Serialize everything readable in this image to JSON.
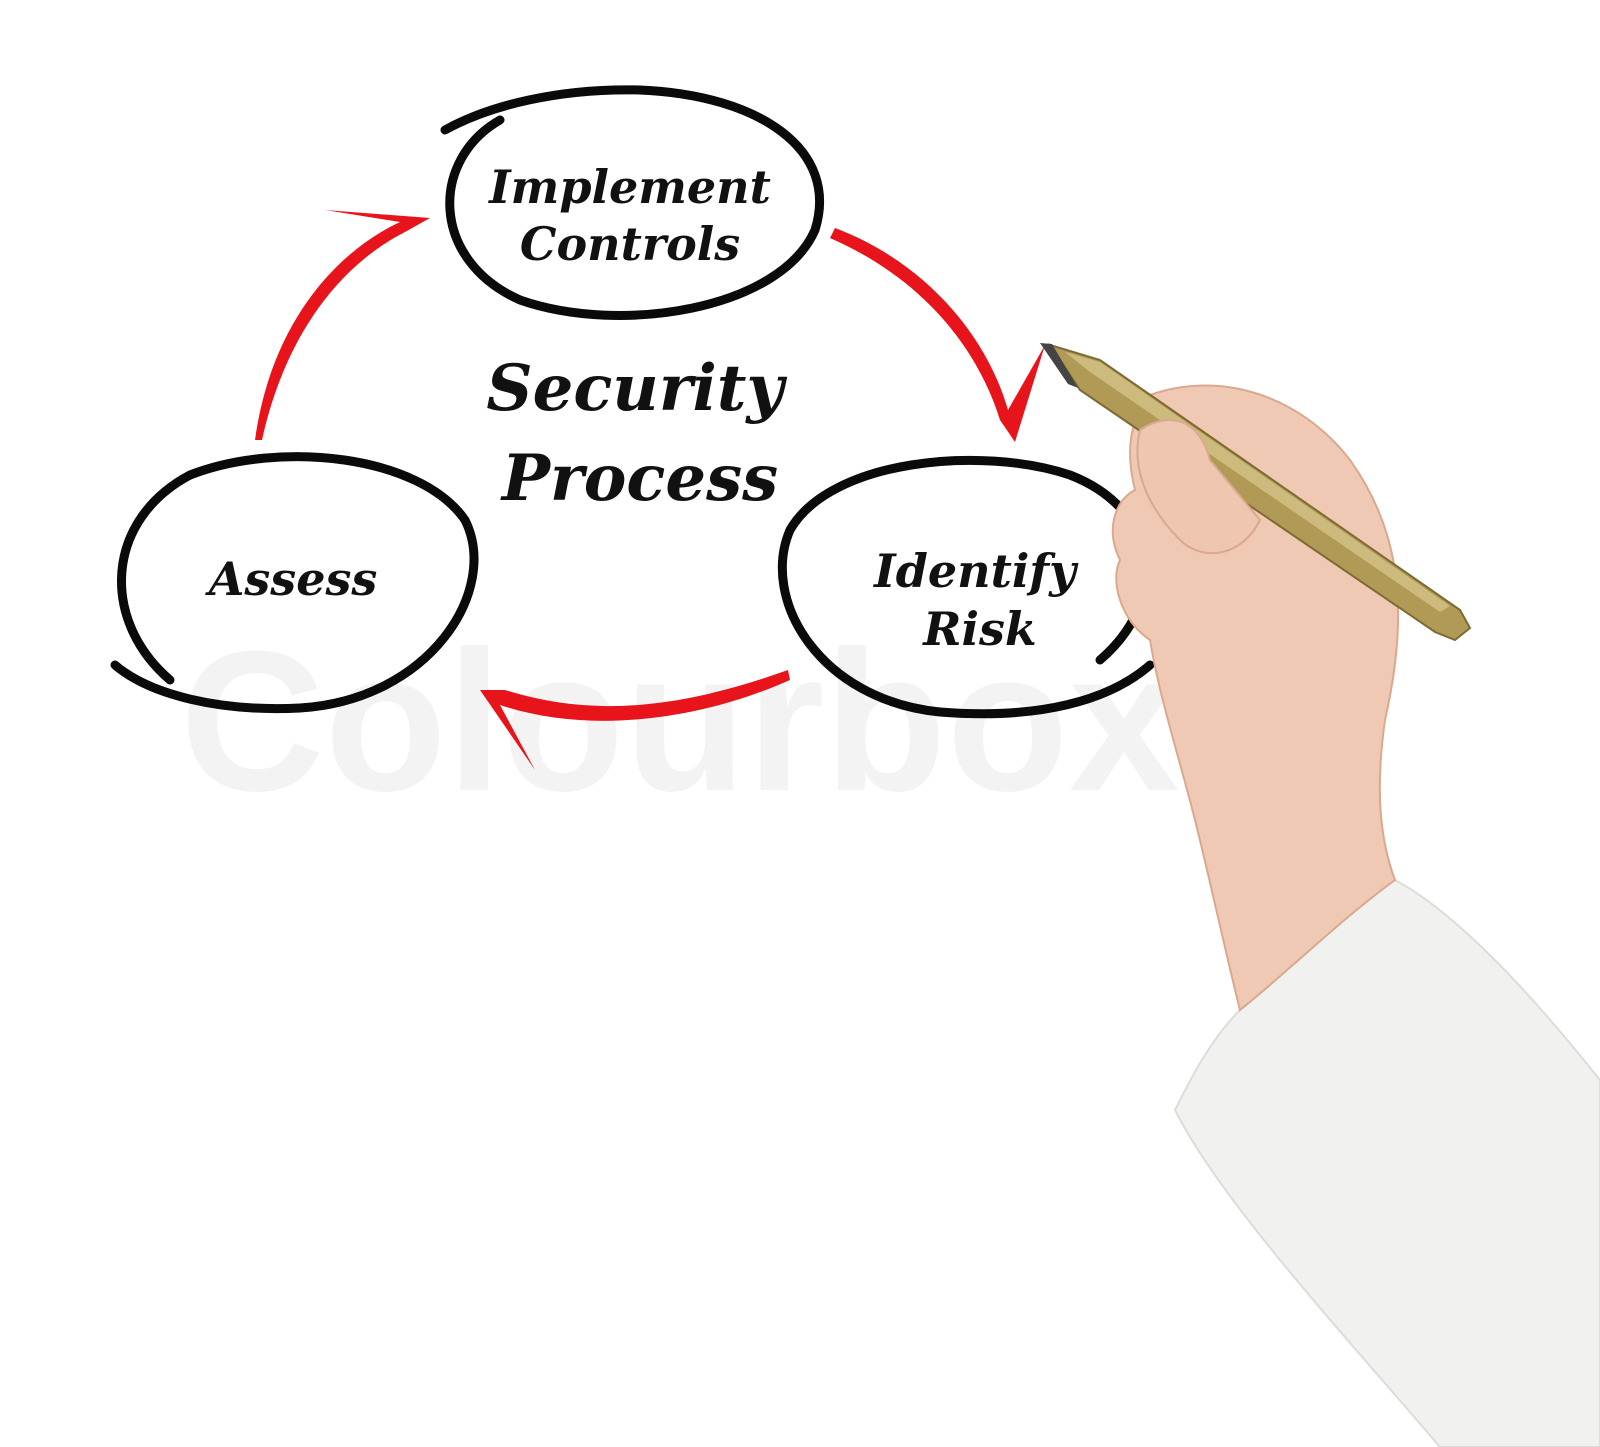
{
  "diagram": {
    "title_line1": "Security",
    "title_line2": "Process",
    "nodes": [
      {
        "line1": "Implement",
        "line2": "Controls"
      },
      {
        "line1": "Identify",
        "line2": "Risk"
      },
      {
        "line1": "Assess",
        "line2": ""
      }
    ],
    "arrow_color": "#e8141c",
    "ellipse_color": "#0a0a0a"
  },
  "watermark": "Colourbox"
}
